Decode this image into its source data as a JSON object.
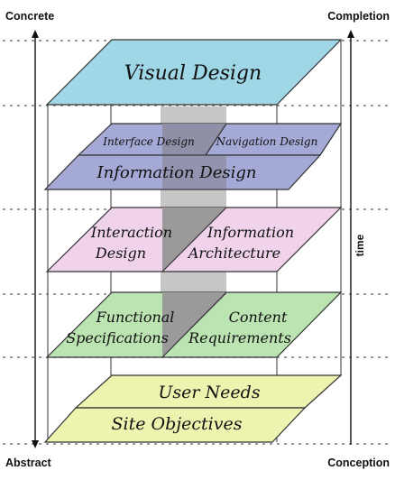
{
  "corners": {
    "top_left": "Concrete",
    "top_right": "Completion",
    "bottom_left": "Abstract",
    "bottom_right": "Conception"
  },
  "time_label": "time",
  "planes": {
    "visual": "Visual Design",
    "interface": "Interface Design",
    "navigation": "Navigation Design",
    "information_design": "Information Design",
    "interaction_1": "Interaction",
    "interaction_2": "Design",
    "ia_1": "Information",
    "ia_2": "Architecture",
    "functional_1": "Functional",
    "functional_2": "Specifications",
    "content_1": "Content",
    "content_2": "Requirements",
    "user_needs": "User Needs",
    "site_objectives": "Site Objectives"
  },
  "colors": {
    "visual": "#9fd7e6",
    "structure": "#a5a9d6",
    "skeleton": "#f0d3ea",
    "scope": "#bce3b2",
    "strategy": "#eef3b0",
    "band": "#9a9a9a"
  }
}
